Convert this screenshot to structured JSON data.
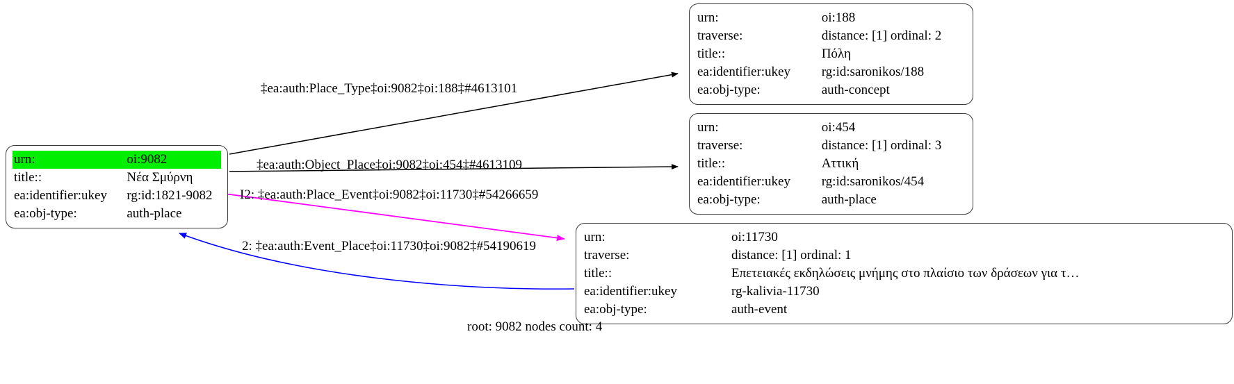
{
  "graph": {
    "caption": "root: 9082 nodes count: 4",
    "colors": {
      "highlight": "#00ee00",
      "node_border": "#3a3a3a",
      "edge_default": "#000000",
      "edge_magenta": "#ff00ff",
      "edge_blue": "#0000ff",
      "text": "#000000",
      "background": "#ffffff"
    },
    "nodes": [
      {
        "id": "node-9082",
        "rows": [
          {
            "key": "urn:",
            "value": "oi:9082",
            "highlight": true
          },
          {
            "key": "title::",
            "value": "Νέα Σμύρνη",
            "highlight": false
          },
          {
            "key": "ea:identifier:ukey",
            "value": "rg:id:1821-9082",
            "highlight": false
          },
          {
            "key": "ea:obj-type:",
            "value": "auth-place",
            "highlight": false
          }
        ]
      },
      {
        "id": "node-188",
        "rows": [
          {
            "key": "urn:",
            "value": "oi:188",
            "highlight": false
          },
          {
            "key": "traverse:",
            "value": "distance: [1]      ordinal: 2",
            "highlight": false
          },
          {
            "key": "title::",
            "value": "Πόλη",
            "highlight": false
          },
          {
            "key": "ea:identifier:ukey",
            "value": "rg:id:saronikos/188",
            "highlight": false
          },
          {
            "key": "ea:obj-type:",
            "value": "auth-concept",
            "highlight": false
          }
        ]
      },
      {
        "id": "node-454",
        "rows": [
          {
            "key": "urn:",
            "value": "oi:454",
            "highlight": false
          },
          {
            "key": "traverse:",
            "value": "distance: [1]      ordinal: 3",
            "highlight": false
          },
          {
            "key": "title::",
            "value": "Αττική",
            "highlight": false
          },
          {
            "key": "ea:identifier:ukey",
            "value": "rg:id:saronikos/454",
            "highlight": false
          },
          {
            "key": "ea:obj-type:",
            "value": "auth-place",
            "highlight": false
          }
        ]
      },
      {
        "id": "node-11730",
        "rows": [
          {
            "key": "urn:",
            "value": "oi:11730",
            "highlight": false
          },
          {
            "key": "traverse:",
            "value": "distance: [1]      ordinal: 1",
            "highlight": false
          },
          {
            "key": "title::",
            "value": "Επετειακές εκδηλώσεις μνήμης στο πλαίσιο των δράσεων για τ…",
            "highlight": false
          },
          {
            "key": "ea:identifier:ukey",
            "value": "rg-kalivia-11730",
            "highlight": false
          },
          {
            "key": "ea:obj-type:",
            "value": "auth-event",
            "highlight": false
          }
        ]
      }
    ],
    "edges": [
      {
        "id": "edge-place-type",
        "label": "‡ea:auth:Place_Type‡oi:9082‡oi:188‡#4613101",
        "color": "#000000"
      },
      {
        "id": "edge-object-place",
        "label": "‡ea:auth:Object_Place‡oi:9082‡oi:454‡#4613109",
        "color": "#000000"
      },
      {
        "id": "edge-place-event",
        "label": "I2: ‡ea:auth:Place_Event‡oi:9082‡oi:11730‡#54266659",
        "color": "#ff00ff"
      },
      {
        "id": "edge-event-place",
        "label": "2: ‡ea:auth:Event_Place‡oi:11730‡oi:9082‡#54190619",
        "color": "#0000ff"
      }
    ]
  }
}
